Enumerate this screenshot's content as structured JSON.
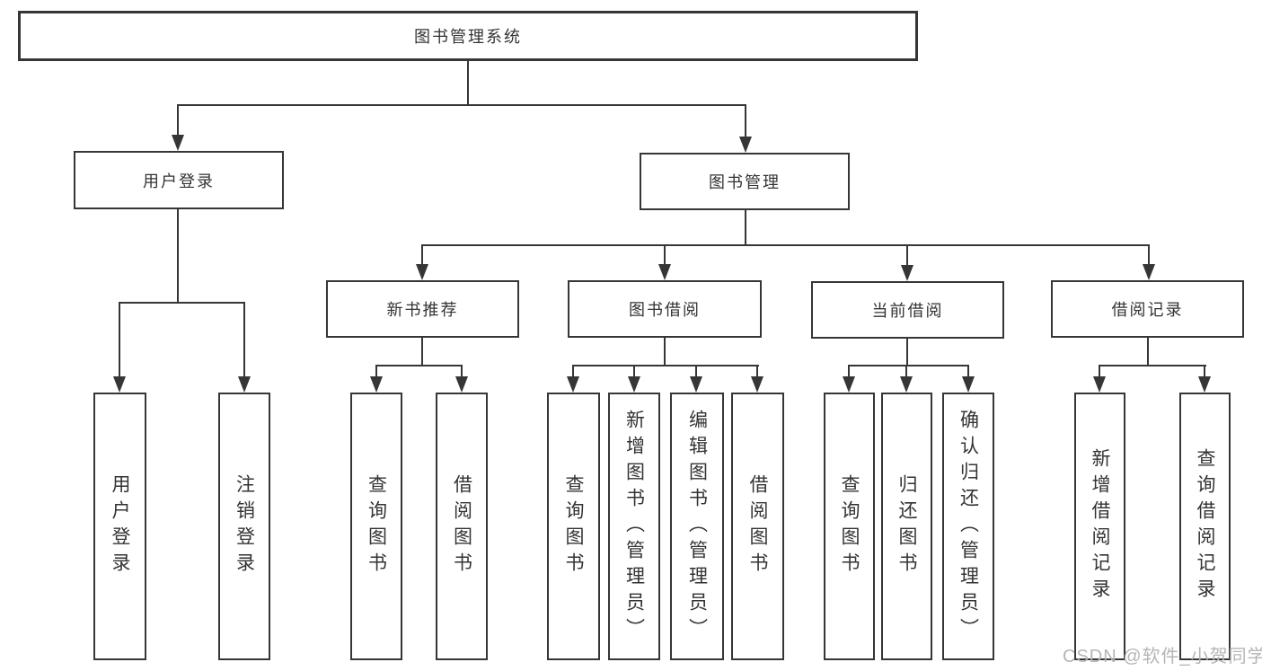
{
  "diagram": {
    "root": {
      "label": "图书管理系统",
      "children": [
        {
          "label": "用户登录",
          "children": [
            {
              "label": "用户登录"
            },
            {
              "label": "注销登录"
            }
          ]
        },
        {
          "label": "图书管理",
          "children": [
            {
              "label": "新书推荐",
              "children": [
                {
                  "label": "查询图书"
                },
                {
                  "label": "借阅图书"
                }
              ]
            },
            {
              "label": "图书借阅",
              "children": [
                {
                  "label": "查询图书"
                },
                {
                  "label": "新增图书（管理员）"
                },
                {
                  "label": "编辑图书（管理员）"
                },
                {
                  "label": "借阅图书"
                }
              ]
            },
            {
              "label": "当前借阅",
              "children": [
                {
                  "label": "查询图书"
                },
                {
                  "label": "归还图书"
                },
                {
                  "label": "确认归还（管理员）"
                }
              ]
            },
            {
              "label": "借阅记录",
              "children": [
                {
                  "label": "新增借阅记录"
                },
                {
                  "label": "查询借阅记录"
                }
              ]
            }
          ]
        }
      ]
    }
  },
  "watermark": {
    "text": "CSDN @软件_小贺同学"
  },
  "colors": {
    "line": "#363636",
    "text": "#333333",
    "watermark": "#b5b5b5",
    "background": "#ffffff"
  }
}
